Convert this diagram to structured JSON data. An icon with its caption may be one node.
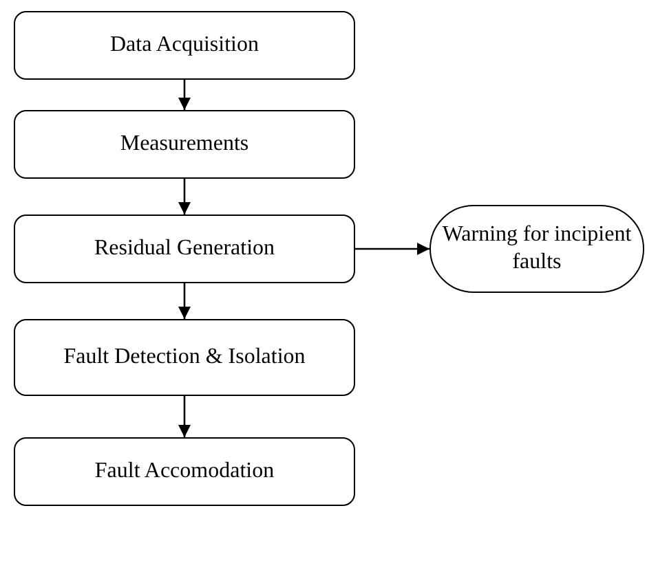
{
  "diagram": {
    "nodes": [
      {
        "text": [
          "Data Acquisition"
        ]
      },
      {
        "text": [
          "Measurements"
        ]
      },
      {
        "text": [
          "Residual Generation"
        ]
      },
      {
        "text": [
          "Warning for incipient faults"
        ]
      },
      {
        "text": [
          "Fault Detection & Isolation"
        ]
      },
      {
        "text": [
          "Fault Accomodation"
        ]
      }
    ],
    "edges": [
      {
        "from": 0,
        "to": 1,
        "arrow": "to"
      },
      {
        "from": 1,
        "to": 2,
        "arrow": "to"
      },
      {
        "from": 2,
        "to": 3,
        "arrow": "to"
      },
      {
        "from": 2,
        "to": 4,
        "arrow": "to"
      },
      {
        "from": 4,
        "to": 5,
        "arrow": "to"
      }
    ]
  }
}
